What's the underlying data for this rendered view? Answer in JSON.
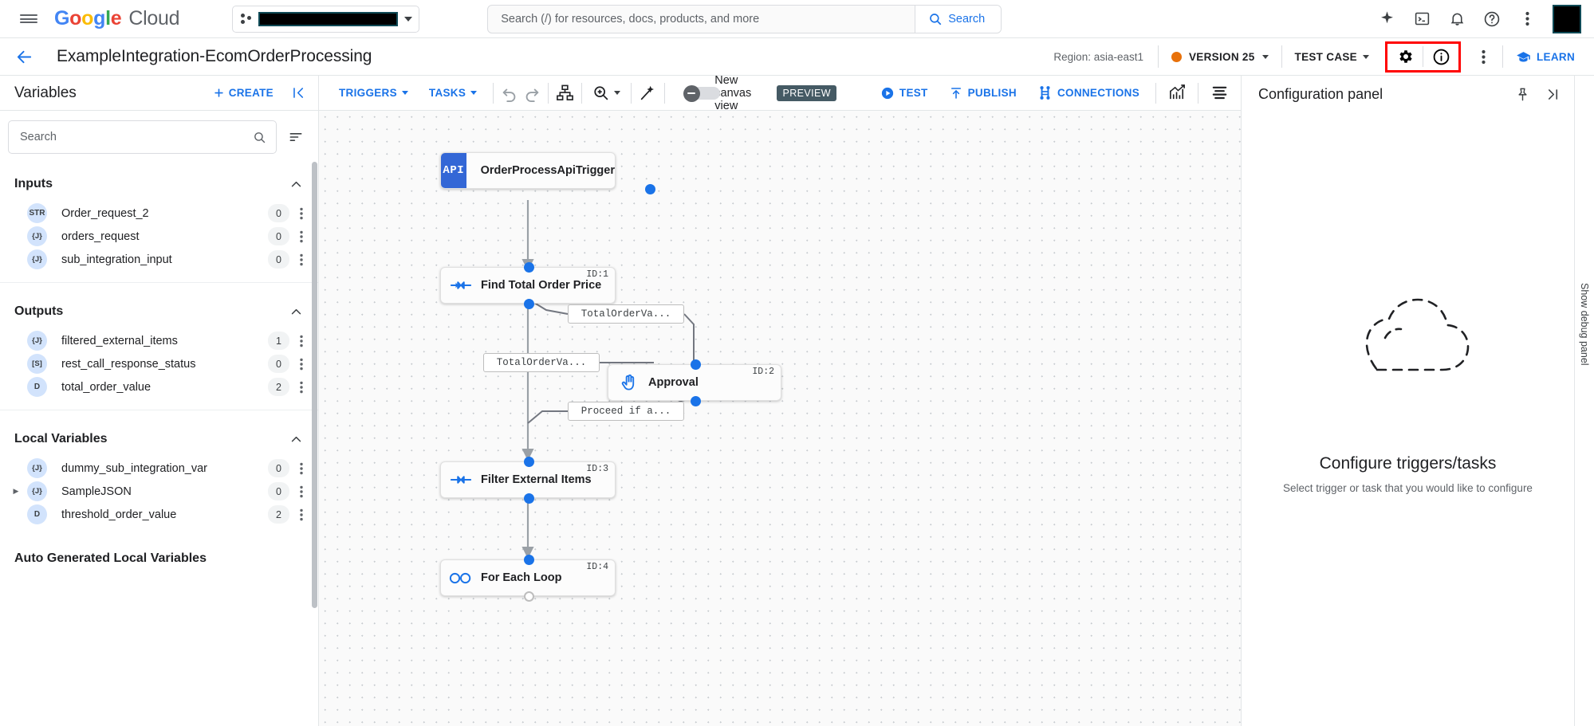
{
  "topbar": {
    "menu_icon": "hamburger-icon",
    "brand": {
      "google": "Google",
      "cloud": "Cloud"
    },
    "project_picker": {
      "icon": "project-dots-icon",
      "value": "",
      "caret": "chevron-down-icon"
    },
    "search": {
      "placeholder": "Search (/) for resources, docs, products, and more",
      "value": "",
      "button_label": "Search",
      "icon": "search-icon"
    },
    "icons": [
      "gemini-sparkle-icon",
      "cloud-shell-icon",
      "notifications-bell-icon",
      "help-circle-icon",
      "more-vert-icon"
    ],
    "avatar": "user-avatar"
  },
  "pageheader": {
    "back_icon": "arrow-back-icon",
    "title": "ExampleIntegration-EcomOrderProcessing",
    "region": "Region: asia-east1",
    "version_label": "VERSION 25",
    "version_dot_color": "#e8710a",
    "test_case_label": "TEST CASE",
    "highlighted_icons": [
      "settings-gear-icon",
      "info-circle-icon"
    ],
    "highlight_color": "#ff0000",
    "more_icon": "more-vert-icon",
    "learn_label": "LEARN",
    "learn_icon": "school-icon"
  },
  "variables": {
    "title": "Variables",
    "create_label": "CREATE",
    "create_icon": "plus-icon",
    "collapse_icon": "collapse-left-icon",
    "search": {
      "placeholder": "Search",
      "value": "",
      "icon": "search-icon"
    },
    "sort_icon": "sort-icon",
    "groups": [
      {
        "title": "Inputs",
        "chevron": "chevron-up-icon",
        "items": [
          {
            "type": "STR",
            "name": "Order_request_2",
            "count": "0"
          },
          {
            "type": "{J}",
            "name": "orders_request",
            "count": "0"
          },
          {
            "type": "{J}",
            "name": "sub_integration_input",
            "count": "0"
          }
        ]
      },
      {
        "title": "Outputs",
        "chevron": "chevron-up-icon",
        "items": [
          {
            "type": "{J}",
            "name": "filtered_external_items",
            "count": "1"
          },
          {
            "type": "[S]",
            "name": "rest_call_response_status",
            "count": "0"
          },
          {
            "type": "D",
            "name": "total_order_value",
            "count": "2"
          }
        ]
      },
      {
        "title": "Local Variables",
        "chevron": "chevron-up-icon",
        "items": [
          {
            "type": "{J}",
            "name": "dummy_sub_integration_var",
            "count": "0"
          },
          {
            "type": "{J}",
            "name": "SampleJSON",
            "count": "0",
            "expandable": true
          },
          {
            "type": "D",
            "name": "threshold_order_value",
            "count": "2"
          }
        ]
      },
      {
        "title": "Auto Generated Local Variables",
        "chevron": "",
        "items": []
      }
    ]
  },
  "canvas_toolbar": {
    "triggers_label": "TRIGGERS",
    "tasks_label": "TASKS",
    "undo_icon": "undo-icon",
    "redo_icon": "redo-icon",
    "layout_icon": "auto-layout-icon",
    "zoom_icon": "zoom-in-icon",
    "magic_icon": "magic-wand-icon",
    "toggle_label": "New canvas view",
    "preview_badge": "PREVIEW",
    "test_label": "TEST",
    "test_icon": "play-circle-icon",
    "publish_label": "PUBLISH",
    "publish_icon": "publish-up-icon",
    "connections_label": "CONNECTIONS",
    "connections_icon": "connections-icon",
    "metrics_icon": "analytics-chart-icon",
    "logs_icon": "logs-list-icon"
  },
  "flow": {
    "nodes": [
      {
        "id": "",
        "label": "OrderProcessApiTrigger",
        "kind": "api-trigger",
        "badge": "API"
      },
      {
        "id": "ID:1",
        "label": "Find Total Order Price",
        "kind": "mapping-task"
      },
      {
        "id": "ID:2",
        "label": "Approval",
        "kind": "approval-task"
      },
      {
        "id": "ID:3",
        "label": "Filter External Items",
        "kind": "mapping-task"
      },
      {
        "id": "ID:4",
        "label": "For Each Loop",
        "kind": "loop-task"
      }
    ],
    "edge_labels": [
      "TotalOrderVa...",
      "TotalOrderVa...",
      "Proceed if a..."
    ]
  },
  "config_panel": {
    "title": "Configuration panel",
    "pin_icon": "pin-icon",
    "expand_icon": "expand-right-icon",
    "empty_title": "Configure triggers/tasks",
    "empty_subtitle": "Select trigger or task that you would like to configure",
    "empty_art": "dashed-cloud-icon"
  },
  "debug_rail": {
    "label": "Show debug panel"
  }
}
